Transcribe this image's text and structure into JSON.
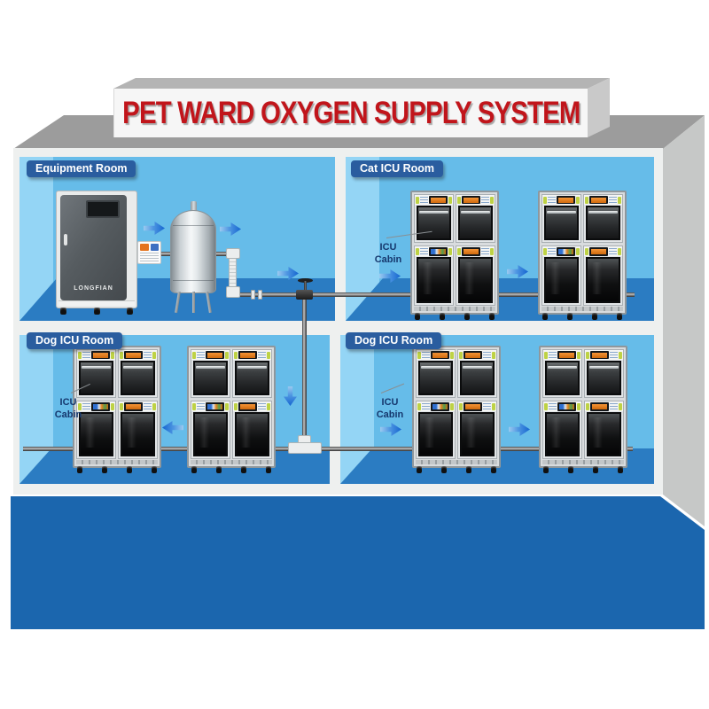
{
  "title": {
    "text": "PET WARD OXYGEN SUPPLY SYSTEM"
  },
  "rooms": [
    {
      "label": "Equipment Room"
    },
    {
      "label": "Cat ICU Room"
    },
    {
      "label": "Dog ICU Room"
    },
    {
      "label": "Dog ICU Room"
    }
  ],
  "callout": {
    "line1": "ICU",
    "line2": "Cabin"
  },
  "equipment": {
    "concentrator_brand": "LONGFIAN"
  },
  "icons": {
    "flow_right": "arrow-right-icon",
    "flow_left": "arrow-left-icon",
    "flow_down": "arrow-down-icon"
  },
  "colors": {
    "wall": "#66bce9",
    "wall_side": "#94d5f5",
    "floor": "#2b7cc2",
    "base": "#1b66ae",
    "badge": "#2a5d9f",
    "title_red": "#c1151b",
    "arrow": "#1f79d8",
    "cabin_green": "#bed245",
    "screen_orange": "#e07a1e"
  }
}
